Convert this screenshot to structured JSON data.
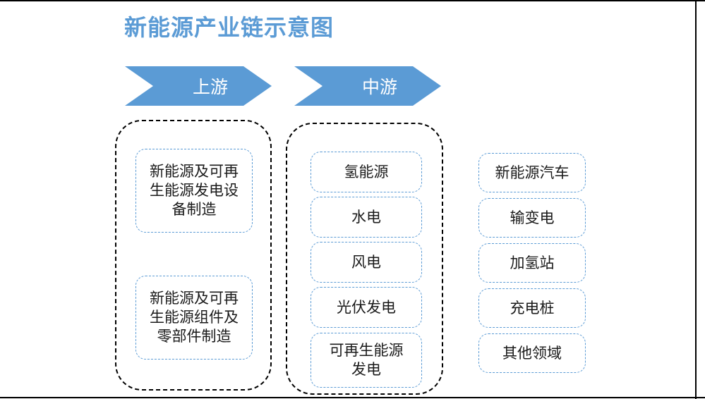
{
  "title": "新能源产业链示意图",
  "colors": {
    "accent_blue": "#5B9BD5",
    "card_border_blue": "#5B9BD5",
    "group_border_black": "#000000",
    "background": "#FFFFFF",
    "banner_text": "#FFFFFF",
    "card_text": "#1A1A1A"
  },
  "banners": [
    {
      "label": "上游"
    },
    {
      "label": "中游"
    }
  ],
  "columns": {
    "upstream": {
      "banner": "上游",
      "has_group_container": true,
      "items": [
        {
          "label": "新能源及可再\n生能源发电设\n备制造"
        },
        {
          "label": "新能源及可再\n生能源组件及\n零部件制造"
        }
      ]
    },
    "midstream": {
      "banner": "中游",
      "has_group_container": true,
      "items": [
        {
          "label": "氢能源"
        },
        {
          "label": "水电"
        },
        {
          "label": "风电"
        },
        {
          "label": "光伏发电"
        },
        {
          "label": "可再生能源\n发电"
        }
      ]
    },
    "downstream": {
      "banner": "",
      "has_group_container": false,
      "items": [
        {
          "label": "新能源汽车"
        },
        {
          "label": "输变电"
        },
        {
          "label": "加氢站"
        },
        {
          "label": "充电桩"
        },
        {
          "label": "其他领域"
        }
      ]
    }
  }
}
